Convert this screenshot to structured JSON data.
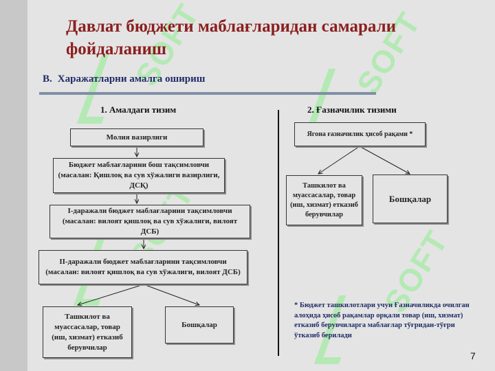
{
  "title": "Давлат бюджети маблағларидан самарали фойдаланиш",
  "section": {
    "letter": "B.",
    "heading": "Харажатларни амалга ошириш"
  },
  "left_column": {
    "heading": "1. Амалдаги тизим",
    "boxes": [
      "Молия вазирлиги",
      "Бюджет маблағларини бош тақсимловчи (масалан: Қишлоқ ва сув хўжалиги вазирлиги, ДСҚ)",
      "I-даражали бюджет маблағларини  тақсимловчи (масалан: вилоят қишлоқ ва сув хўжалиги, вилоят ДСБ)",
      "II-даражали бюджет маблағларини  тақсимловчи (масалан: вилоят қишлоқ ва сув хўжалиги, вилоят ДСБ)",
      "Ташкилот ва муассасалар, товар (иш, хизмат) етказиб берувчилар",
      "Бошқалар"
    ]
  },
  "right_column": {
    "heading": "2. Ғазначилик тизими",
    "boxes": [
      "Ягона ғазначилик ҳисоб рақами *",
      "Ташкилот ва муассасалар, товар (иш, хизмат) етказиб берувчилар",
      "Бошқалар"
    ]
  },
  "footnote": "* Бюджет ташкилотлари учун  Ғазначиликда очилган алоҳида ҳисоб рақамлар орқали товар (иш, хизмат) етказиб берувчиларга маблағлар тўғридан-тўғри ўтказиб берилади",
  "watermark_text": "SOFT",
  "page_number": "7"
}
